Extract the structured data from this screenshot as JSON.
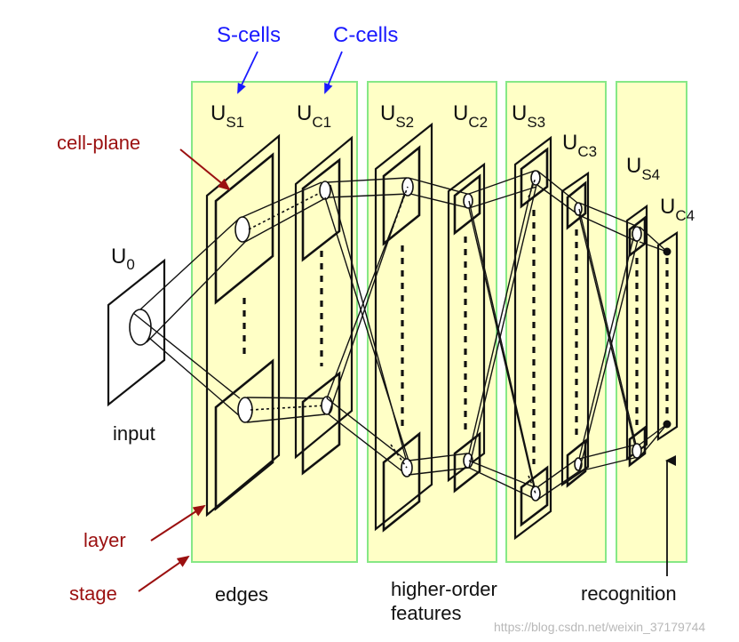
{
  "top_labels": {
    "s_cells": "S-cells",
    "c_cells": "C-cells"
  },
  "side_labels": {
    "cell_plane": "cell-plane",
    "layer": "layer",
    "stage": "stage"
  },
  "layers": {
    "u0": "U",
    "u0_sub": "0",
    "us1": "U",
    "us1_sub": "S1",
    "uc1": "U",
    "uc1_sub": "C1",
    "us2": "U",
    "us2_sub": "S2",
    "uc2": "U",
    "uc2_sub": "C2",
    "us3": "U",
    "us3_sub": "S3",
    "uc3": "U",
    "uc3_sub": "C3",
    "us4": "U",
    "us4_sub": "S4",
    "uc4": "U",
    "uc4_sub": "C4"
  },
  "bottom_labels": {
    "input": "input",
    "edges": "edges",
    "higher_order_1": "higher-order",
    "higher_order_2": "features",
    "recognition": "recognition"
  },
  "watermark": "https://blog.csdn.net/weixin_37179744",
  "colors": {
    "stage_fill": "#ffffc6",
    "stage_border": "#86e886",
    "blue": "#1a1aff",
    "red": "#9b1010"
  }
}
